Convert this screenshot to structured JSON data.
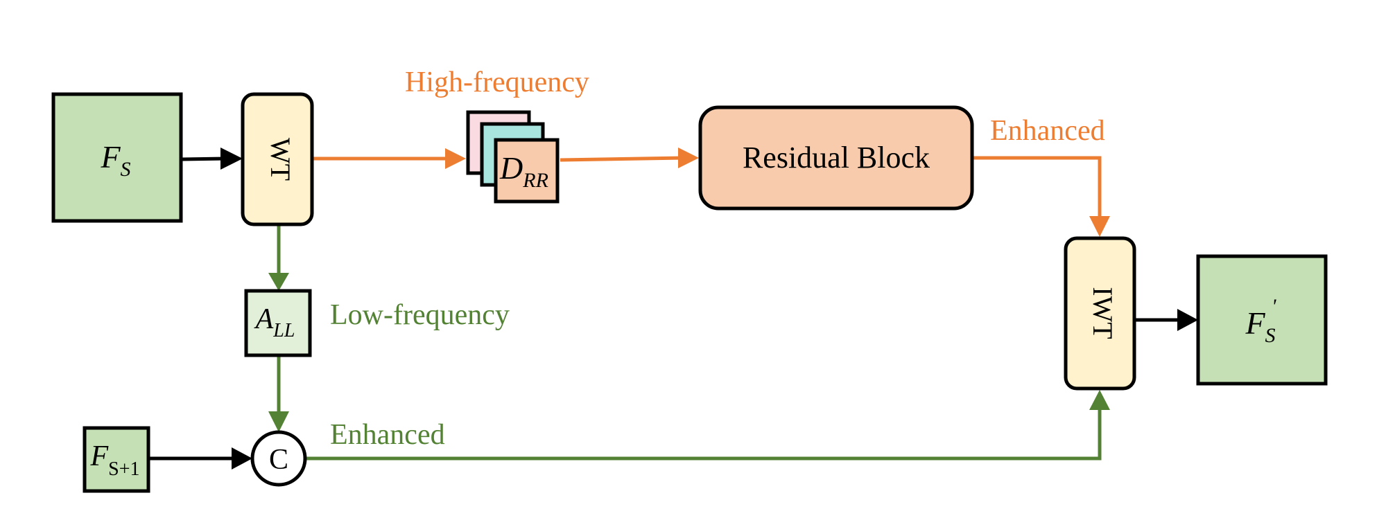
{
  "colors": {
    "orange": "#ED7D31",
    "green": "#548235",
    "black": "#000000",
    "feature_fill": "#C5E0B4",
    "feature_light_fill": "#E2F0D9",
    "transform_fill": "#FFF2CC",
    "residual_fill": "#F8CBAD",
    "stack_pink": "#FADBE1",
    "stack_teal": "#A9E5DF",
    "stack_orange": "#F8CBAD"
  },
  "nodes": {
    "fs": {
      "main": "F",
      "sub": "S"
    },
    "wt": {
      "label": "WT"
    },
    "drr": {
      "main": "D",
      "sub": "RR"
    },
    "residual": {
      "label": "Residual Block"
    },
    "iwt": {
      "label": "IWT"
    },
    "fs_out": {
      "main": "F",
      "sub": "S",
      "sup": "'"
    },
    "all": {
      "main": "A",
      "sub": "LL"
    },
    "fs1": {
      "main": "F",
      "sub": "S+1"
    },
    "concat": {
      "label": "C"
    }
  },
  "labels": {
    "high_frequency": "High-frequency",
    "enhanced_high": "Enhanced",
    "low_frequency": "Low-frequency",
    "enhanced_low": "Enhanced"
  }
}
